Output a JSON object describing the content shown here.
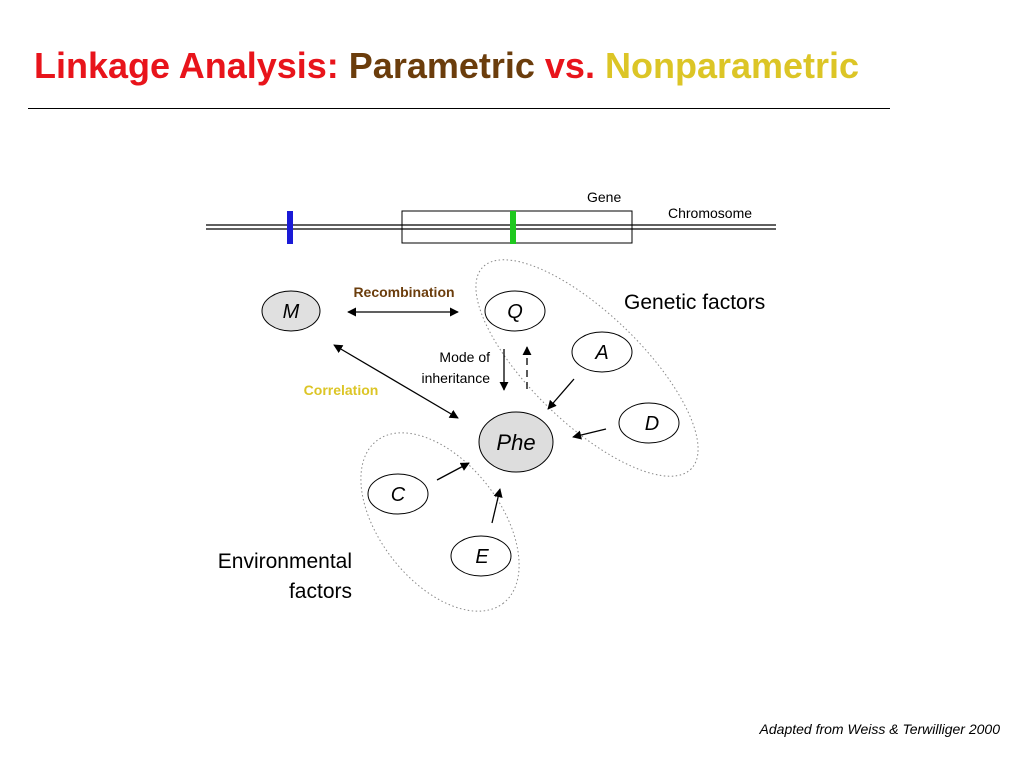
{
  "title": {
    "part1": "Linkage Analysis: ",
    "part2": "Parametric",
    "part3": " vs. ",
    "part4": "Nonparametric"
  },
  "colors": {
    "red": "#e8141b",
    "brown": "#6b3d0c",
    "yellow": "#dcc526",
    "blue_marker": "#1a1ad6",
    "green_marker": "#1ec81e"
  },
  "diagram": {
    "gene_label": "Gene",
    "chromosome_label": "Chromosome",
    "recombination_label": "Recombination",
    "correlation_label": "Correlation",
    "mode_line1": "Mode of",
    "mode_line2": "inheritance",
    "genetic_factors": "Genetic factors",
    "environmental_line1": "Environmental",
    "environmental_line2": "factors",
    "nodes": {
      "M": "M",
      "Q": "Q",
      "A": "A",
      "D": "D",
      "Phe": "Phe",
      "C": "C",
      "E": "E"
    }
  },
  "credit": "Adapted from Weiss & Terwilliger 2000"
}
